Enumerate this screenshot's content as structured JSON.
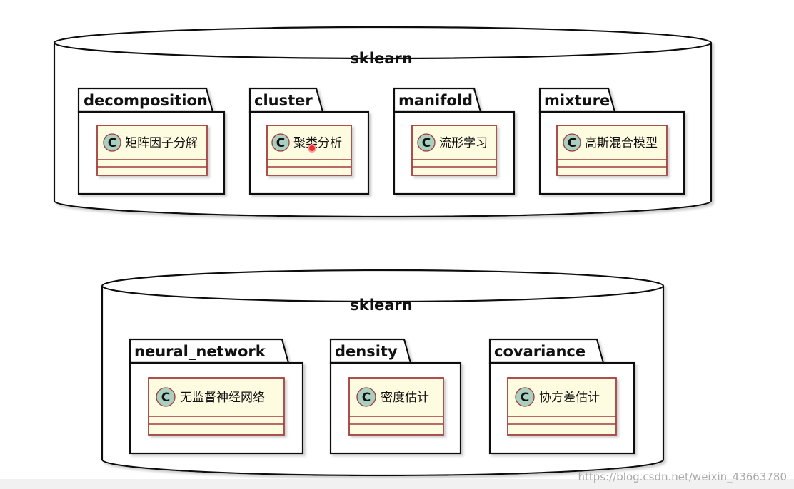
{
  "colors": {
    "line": "#111111",
    "class_fill": "#fdfbe0",
    "class_border": "#a33a3a",
    "circle_fill": "#a8cfc0",
    "shadow": "#c9c9c9"
  },
  "databases": [
    {
      "title": "sklearn",
      "packages": [
        {
          "name": "decomposition",
          "class_name": "矩阵因子分解",
          "icon": "class-circle-c"
        },
        {
          "name": "cluster",
          "class_name": "聚类分析",
          "icon": "class-circle-c"
        },
        {
          "name": "manifold",
          "class_name": "流形学习",
          "icon": "class-circle-c"
        },
        {
          "name": "mixture",
          "class_name": "高斯混合模型",
          "icon": "class-circle-c"
        }
      ]
    },
    {
      "title": "sklearn",
      "packages": [
        {
          "name": "neural_network",
          "class_name": "无监督神经网络",
          "icon": "class-circle-c"
        },
        {
          "name": "density",
          "class_name": "密度估计",
          "icon": "class-circle-c"
        },
        {
          "name": "covariance",
          "class_name": "协方差估计",
          "icon": "class-circle-c"
        }
      ]
    }
  ],
  "circle_letter": "C",
  "watermark": "https://blog.csdn.net/weixin_43663780"
}
